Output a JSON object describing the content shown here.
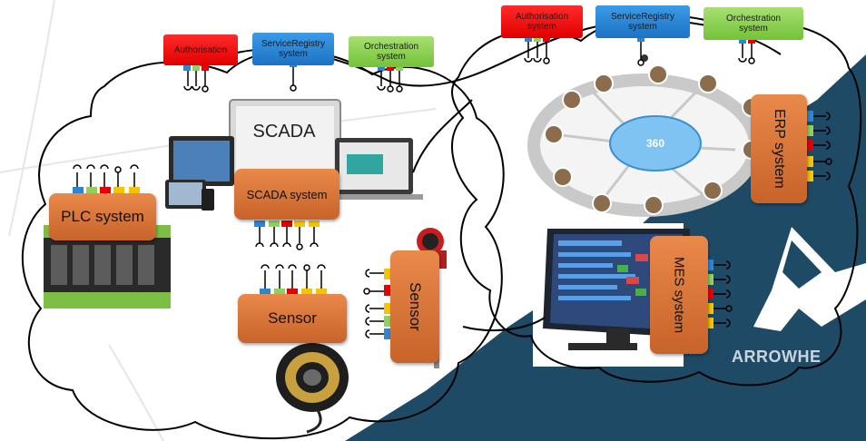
{
  "left_cloud": {
    "core_systems": {
      "authorisation": "Authorisation",
      "service_registry": "ServiceRegistry\nsystem",
      "orchestration": "Orchestration\nsystem"
    },
    "scada_screen": "SCADA",
    "scada_system": "SCADA system",
    "plc_system": "PLC system",
    "sensor_horizontal": "Sensor",
    "sensor_vertical": "Sensor"
  },
  "right_cloud": {
    "core_systems": {
      "authorisation": "Authorisation\nsystem",
      "service_registry": "ServiceRegistry\nsystem",
      "orchestration": "Orchestration\nsystem"
    },
    "erp_hub": "360",
    "erp_system": "ERP system",
    "mes_system": "MES system"
  },
  "brand": {
    "name": "ARROWHE"
  },
  "colors": {
    "authorisation": "#e60000",
    "service_registry": "#2b86d6",
    "orchestration": "#8fd15a",
    "application_box": "#d8743a",
    "brand_background": "#1f4a66"
  }
}
